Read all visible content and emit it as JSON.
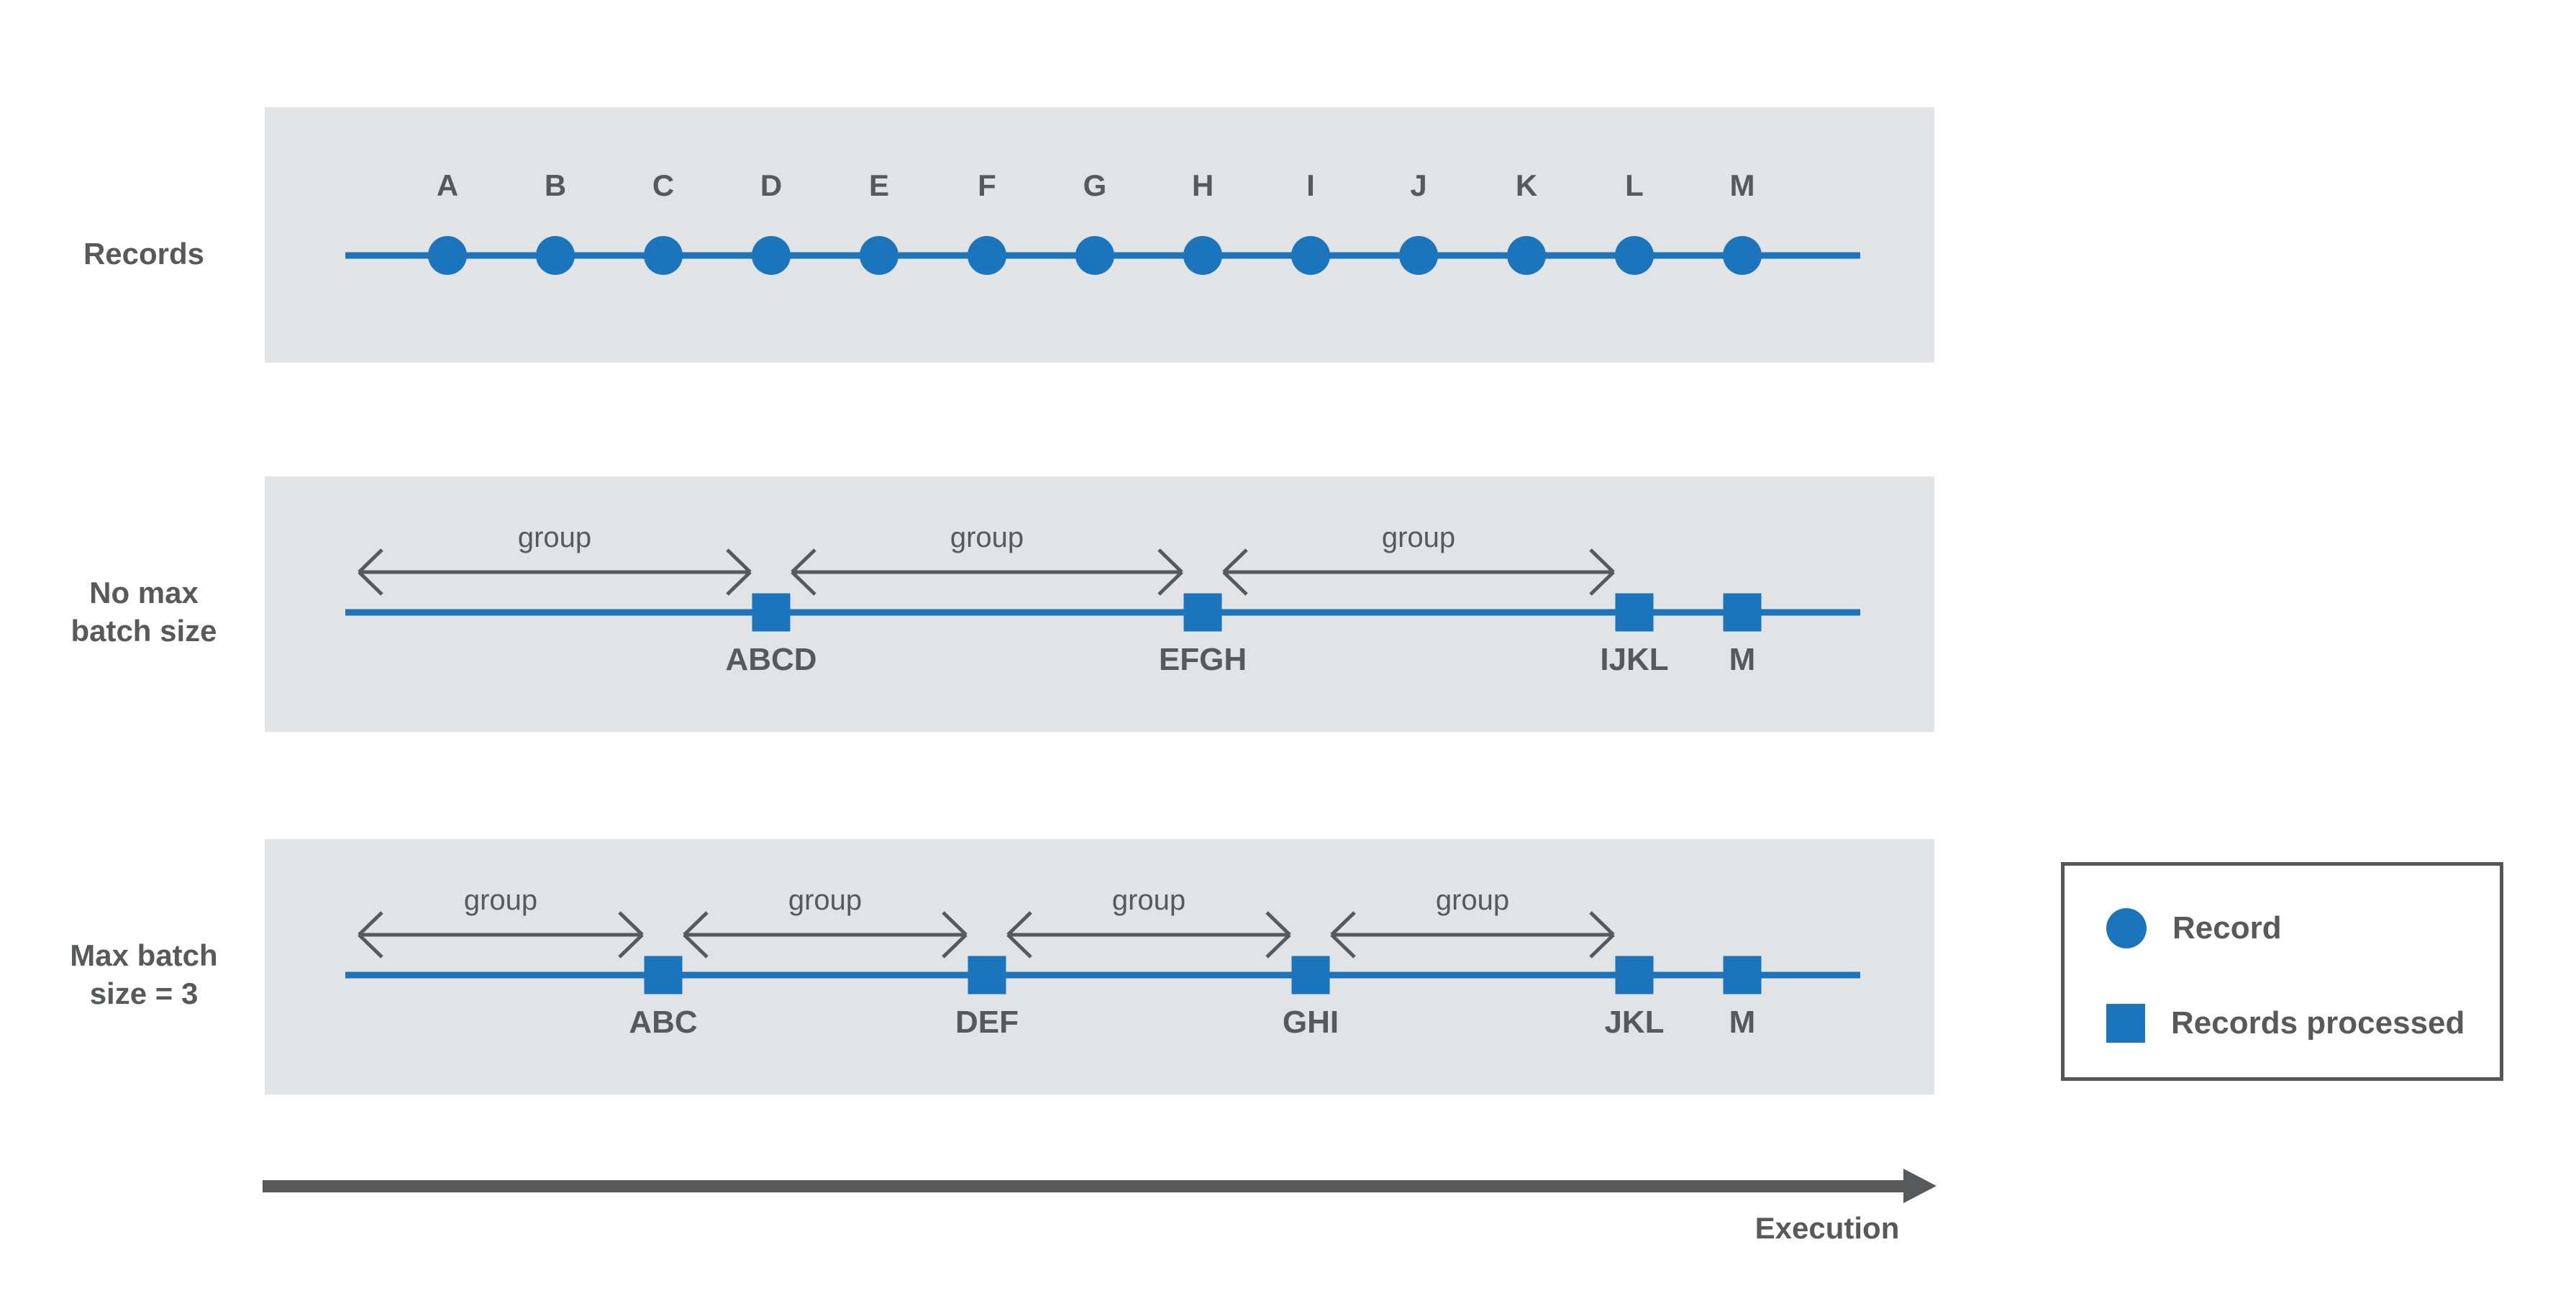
{
  "colors": {
    "record_blue": "#1b75bc",
    "panel_gray": "#e2e3e4",
    "text_gray": "#58595b",
    "arrow_gray": "#58595b",
    "background": "#ffffff"
  },
  "rows": [
    {
      "id": "records",
      "type": "records",
      "label_lines": [
        "Records"
      ],
      "letters": [
        "A",
        "B",
        "C",
        "D",
        "E",
        "F",
        "G",
        "H",
        "I",
        "J",
        "K",
        "L",
        "M"
      ]
    },
    {
      "id": "no-max-batch-size",
      "type": "batches",
      "label_lines": [
        "No max",
        "batch size"
      ],
      "group_label": "group",
      "batches": [
        "ABCD",
        "EFGH",
        "IJKL",
        "M"
      ]
    },
    {
      "id": "max-batch-size-3",
      "type": "batches",
      "label_lines": [
        "Max batch",
        "size = 3"
      ],
      "group_label": "group",
      "batches": [
        "ABC",
        "DEF",
        "GHI",
        "JKL",
        "M"
      ]
    }
  ],
  "legend": {
    "items": [
      {
        "symbol": "circle",
        "label": "Record"
      },
      {
        "symbol": "square",
        "label": "Records processed"
      }
    ]
  },
  "execution": {
    "label": "Execution"
  }
}
